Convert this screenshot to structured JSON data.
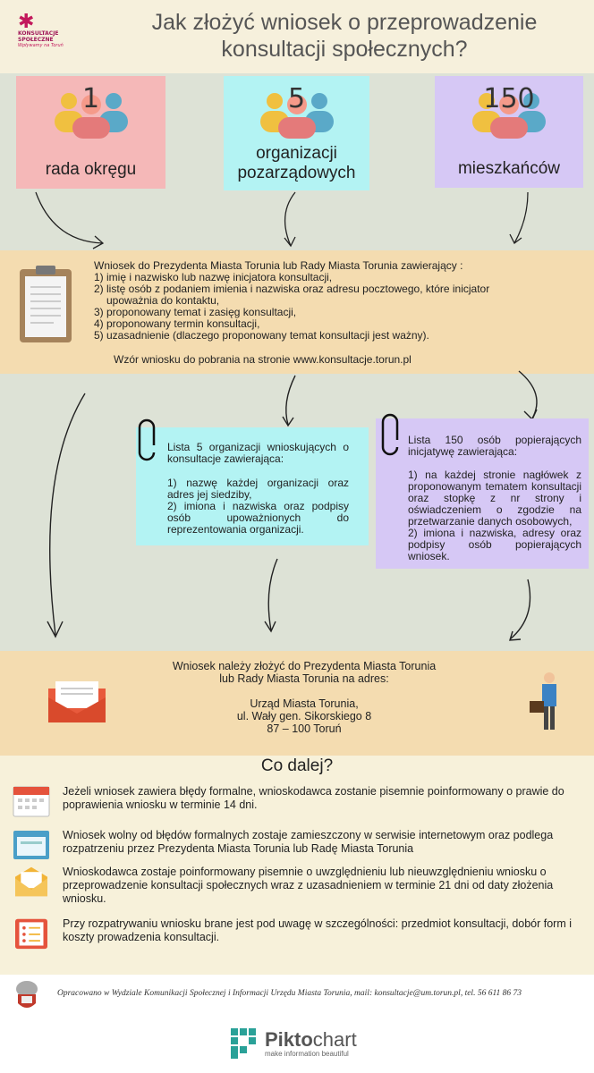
{
  "header": {
    "title_line1": "Jak złożyć wniosek o przeprowadzenie",
    "title_line2": "konsultacji społecznych?",
    "logo_line1": "KONSULTACJE",
    "logo_line2": "SPOŁECZNE",
    "logo_tagline": "Wpływamy na Toruń"
  },
  "initiators": [
    {
      "number": "1",
      "label": "rada okręgu",
      "color": "#f5b8b8"
    },
    {
      "number": "5",
      "label_line1": "organizacji",
      "label_line2": "pozarządowych",
      "color": "#b3f3f3"
    },
    {
      "number": "150",
      "label": "mieszkańców",
      "color": "#d6c8f5"
    }
  ],
  "request": {
    "heading": "Wniosek do Prezydenta Miasta Torunia lub Rady Miasta Torunia zawierający :",
    "items": [
      "1) imię i nazwisko lub nazwę inicjatora konsultacji,",
      "2) listę osób z podaniem imienia i nazwiska oraz adresu pocztowego, które inicjator",
      "upoważnia do kontaktu,",
      "3) proponowany temat i zasięg konsultacji,",
      "4) proponowany termin konsultacji,",
      "5) uzasadnienie (dlaczego proponowany temat konsultacji jest ważny)."
    ],
    "download": "Wzór wniosku do pobrania na stronie www.konsultacje.torun.pl"
  },
  "org_list": {
    "heading": "Lista 5 organizacji wnioskujących o konsultacje zawierająca:",
    "item1": "1) nazwę każdej organizacji oraz adres jej siedziby,",
    "item2": "2) imiona i nazwiska oraz podpisy osób upoważnionych do reprezentowania organizacji."
  },
  "resident_list": {
    "heading": "Lista 150 osób popierających inicjatywę zawierająca:",
    "item1": "1) na każdej stronie nagłówek z proponowanym tematem konsultacji oraz stopkę z nr strony i oświadczeniem o zgodzie na przetwarzanie danych osobowych,",
    "item2": "2) imiona i nazwiska, adresy oraz podpisy osób popierających wniosek."
  },
  "submit": {
    "line1": "Wniosek należy złożyć do Prezydenta Miasta Torunia",
    "line2": "lub Rady Miasta Torunia na adres:",
    "addr1": "Urząd Miasta Torunia,",
    "addr2": "ul. Wały gen. Sikorskiego 8",
    "addr3": "87 – 100 Toruń"
  },
  "next": {
    "title": "Co dalej?",
    "steps": [
      "Jeżeli wniosek zawiera błędy formalne, wnioskodawca zostanie pisemnie poinformowany o prawie do poprawienia wniosku w terminie 14 dni.",
      "Wniosek wolny od błędów formalnych zostaje zamieszczony w serwisie internetowym oraz podlega rozpatrzeniu przez Prezydenta Miasta Torunia lub Radę Miasta Torunia",
      "Wnioskodawca zostaje poinformowany pisemnie o uwzględnieniu lub nieuwzględnieniu wniosku o przeprowadzenie konsultacji społecznych wraz z uzasadnieniem w terminie 21 dni od daty złożenia wniosku.",
      "Przy rozpatrywaniu wniosku brane jest pod uwagę w szczególności: przedmiot konsultacji, dobór form i koszty prowadzenia konsultacji."
    ]
  },
  "footer": {
    "credit": "Opracowano w Wydziale Komunikacji Społecznej i Informacji Urzędu Miasta Torunia, mail: konsultacje@um.torun.pl, tel. 56 611 86 73",
    "brand_bold": "Pikto",
    "brand_rest": "chart",
    "brand_tagline": "make information beautiful"
  }
}
